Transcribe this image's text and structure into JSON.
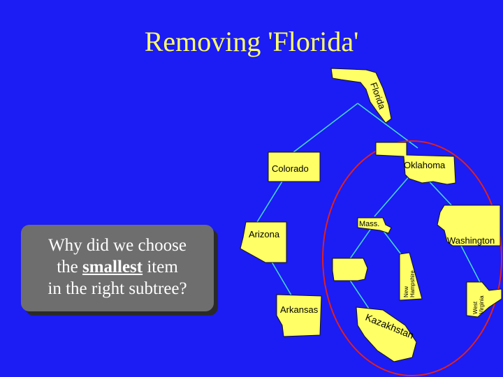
{
  "slide": {
    "title": "Removing 'Florida'",
    "background_color": "#1c1cf5",
    "accent_color": "#ffff66"
  },
  "tree": {
    "nodes": {
      "florida": "Florida",
      "colorado": "Colorado",
      "oklahoma": "Oklahoma",
      "arizona": "Arizona",
      "mass": "Mass.",
      "washington": "Washington",
      "arkansas": "Arkansas",
      "new_hampshire_line1": "New",
      "new_hampshire_line2": "Hampshire",
      "kazakhstan": "Kazakhstan",
      "west_virginia_line1": "West",
      "west_virginia_line2": "Virginia"
    },
    "highlight": "right subtree circled in red"
  },
  "callout": {
    "line1": "Why did we choose",
    "line2_prefix": "the ",
    "line2_emphasis": "smallest",
    "line2_suffix": " item",
    "line3": "in the right subtree?"
  }
}
